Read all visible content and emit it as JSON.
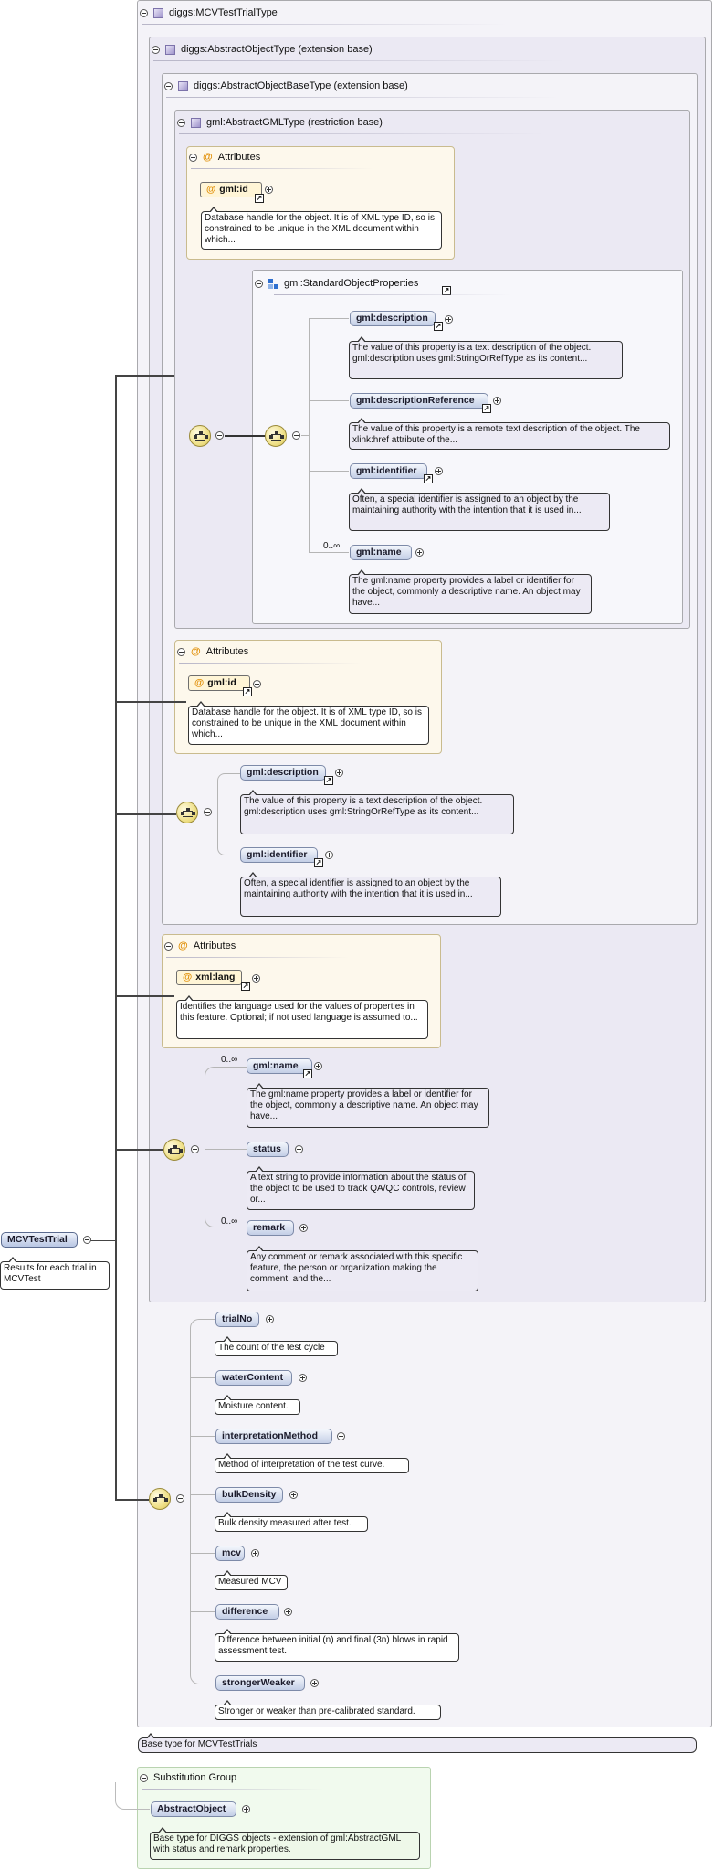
{
  "diagram": {
    "root": {
      "label": "MCVTestTrial",
      "doc": "Results for each trial in MCVTest"
    },
    "complex_type": {
      "label": "diggs:MCVTestTrialType",
      "doc": "Base type for MCVTestTrials"
    },
    "abstract_object_type": {
      "label": "diggs:AbstractObjectType (extension base)"
    },
    "abstract_object_base_type": {
      "label": "diggs:AbstractObjectBaseType (extension base)"
    },
    "abstract_gml_type": {
      "label": "gml:AbstractGMLType (restriction base)"
    },
    "gml_attributes": {
      "title": "Attributes",
      "attr": "gml:id",
      "doc": "Database handle for the object. It is of XML type ID, so is constrained to be unique in the XML document within which..."
    },
    "standard_object_properties": {
      "label": "gml:StandardObjectProperties",
      "elements": [
        {
          "label": "gml:description",
          "doc": "The value of this property is a text description of the object. gml:description uses gml:StringOrRefType as its content...",
          "cardinality": ""
        },
        {
          "label": "gml:descriptionReference",
          "doc": "The value of this property is a remote text description of the object. The xlink:href attribute of the...",
          "cardinality": ""
        },
        {
          "label": "gml:identifier",
          "doc": "Often, a special identifier is assigned to an object by the maintaining authority with the intention that it is used in...",
          "cardinality": ""
        },
        {
          "label": "gml:name",
          "doc": "The gml:name property provides a label or identifier for the object, commonly a descriptive name. An object may have...",
          "cardinality": "0..∞"
        }
      ]
    },
    "base_attributes": {
      "title": "Attributes",
      "attr": "gml:id",
      "doc": "Database handle for the object. It is of XML type ID, so is constrained to be unique in the XML document within which..."
    },
    "base_sequence": [
      {
        "label": "gml:description",
        "doc": "The value of this property is a text description of the object. gml:description uses gml:StringOrRefType as its content..."
      },
      {
        "label": "gml:identifier",
        "doc": "Often, a special identifier is assigned to an object by the maintaining authority with the intention that it is used in..."
      }
    ],
    "object_attributes": {
      "title": "Attributes",
      "attr": "xml:lang",
      "doc": "Identifies the language used for the values of properties in this feature. Optional; if not used language is assumed to..."
    },
    "object_sequence": [
      {
        "label": "gml:name",
        "doc": "The gml:name property provides a label or identifier for the object, commonly a descriptive name. An object may have...",
        "cardinality": "0..∞"
      },
      {
        "label": "status",
        "doc": "A text string to provide information about the status of the object to be used to track QA/QC controls, review or...",
        "cardinality": ""
      },
      {
        "label": "remark",
        "doc": "Any comment or remark associated with this specific feature, the person or organization making the comment, and the...",
        "cardinality": "0..∞"
      }
    ],
    "trial_sequence": [
      {
        "label": "trialNo",
        "doc": "The count of the test cycle"
      },
      {
        "label": "waterContent",
        "doc": "Moisture content."
      },
      {
        "label": "interpretationMethod",
        "doc": "Method of interpretation of the test curve."
      },
      {
        "label": "bulkDensity",
        "doc": "Bulk density measured after test."
      },
      {
        "label": "mcv",
        "doc": "Measured MCV"
      },
      {
        "label": "difference",
        "doc": "Difference between initial (n) and final (3n) blows in rapid assessment test."
      },
      {
        "label": "strongerWeaker",
        "doc": "Stronger or weaker than pre-calibrated standard."
      }
    ],
    "substitution_group": {
      "title": "Substitution Group",
      "element": "AbstractObject",
      "doc": "Base type for DIGGS objects - extension of gml:AbstractGML with status and remark properties."
    },
    "link_glyph": "↗",
    "colors": {
      "attribute_marker": "#e08c00",
      "type_fill": "#f4f3f8",
      "element_fill": "#c3cee6",
      "substitution_fill": "#f1faee"
    }
  }
}
